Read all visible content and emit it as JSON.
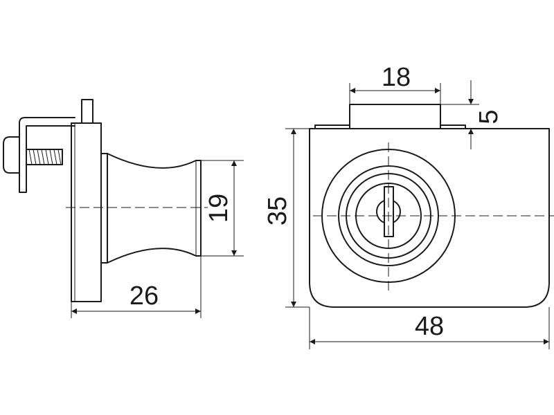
{
  "drawing": {
    "dimensions": {
      "width_overall": "48",
      "height_overall": "35",
      "top_block_width": "18",
      "top_block_height": "5",
      "knob_diameter": "19",
      "side_depth": "26"
    }
  }
}
